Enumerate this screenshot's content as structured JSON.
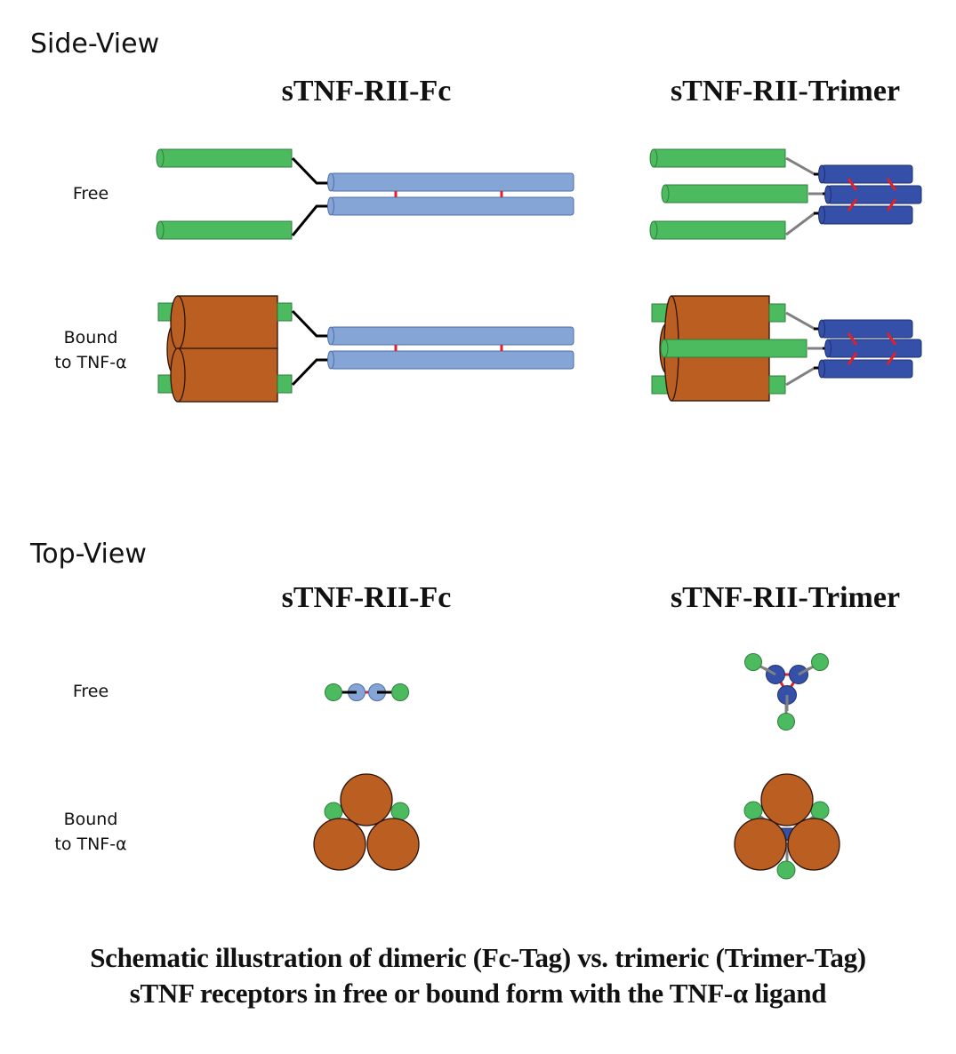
{
  "sections": {
    "side_view": "Side-View",
    "top_view": "Top-View"
  },
  "columns": {
    "fc": "sTNF-RII-Fc",
    "trimer": "sTNF-RII-Trimer"
  },
  "rows": {
    "free": "Free",
    "bound_line1": "Bound",
    "bound_line2": "to TNF-α"
  },
  "caption": {
    "line1": "Schematic illustration of dimeric (Fc-Tag) vs. trimeric (Trimer-Tag)",
    "line2": "sTNF receptors in free or bound form with the TNF-α ligand"
  },
  "colors": {
    "receptor_green": "#4cba5f",
    "fc_light_blue": "#85a5d6",
    "trimer_dark_blue": "#3550a8",
    "tnf_orange": "#bb5e22",
    "disulfide_red": "#e0202a",
    "linker_black": "#000000",
    "linker_gray": "#808080"
  }
}
